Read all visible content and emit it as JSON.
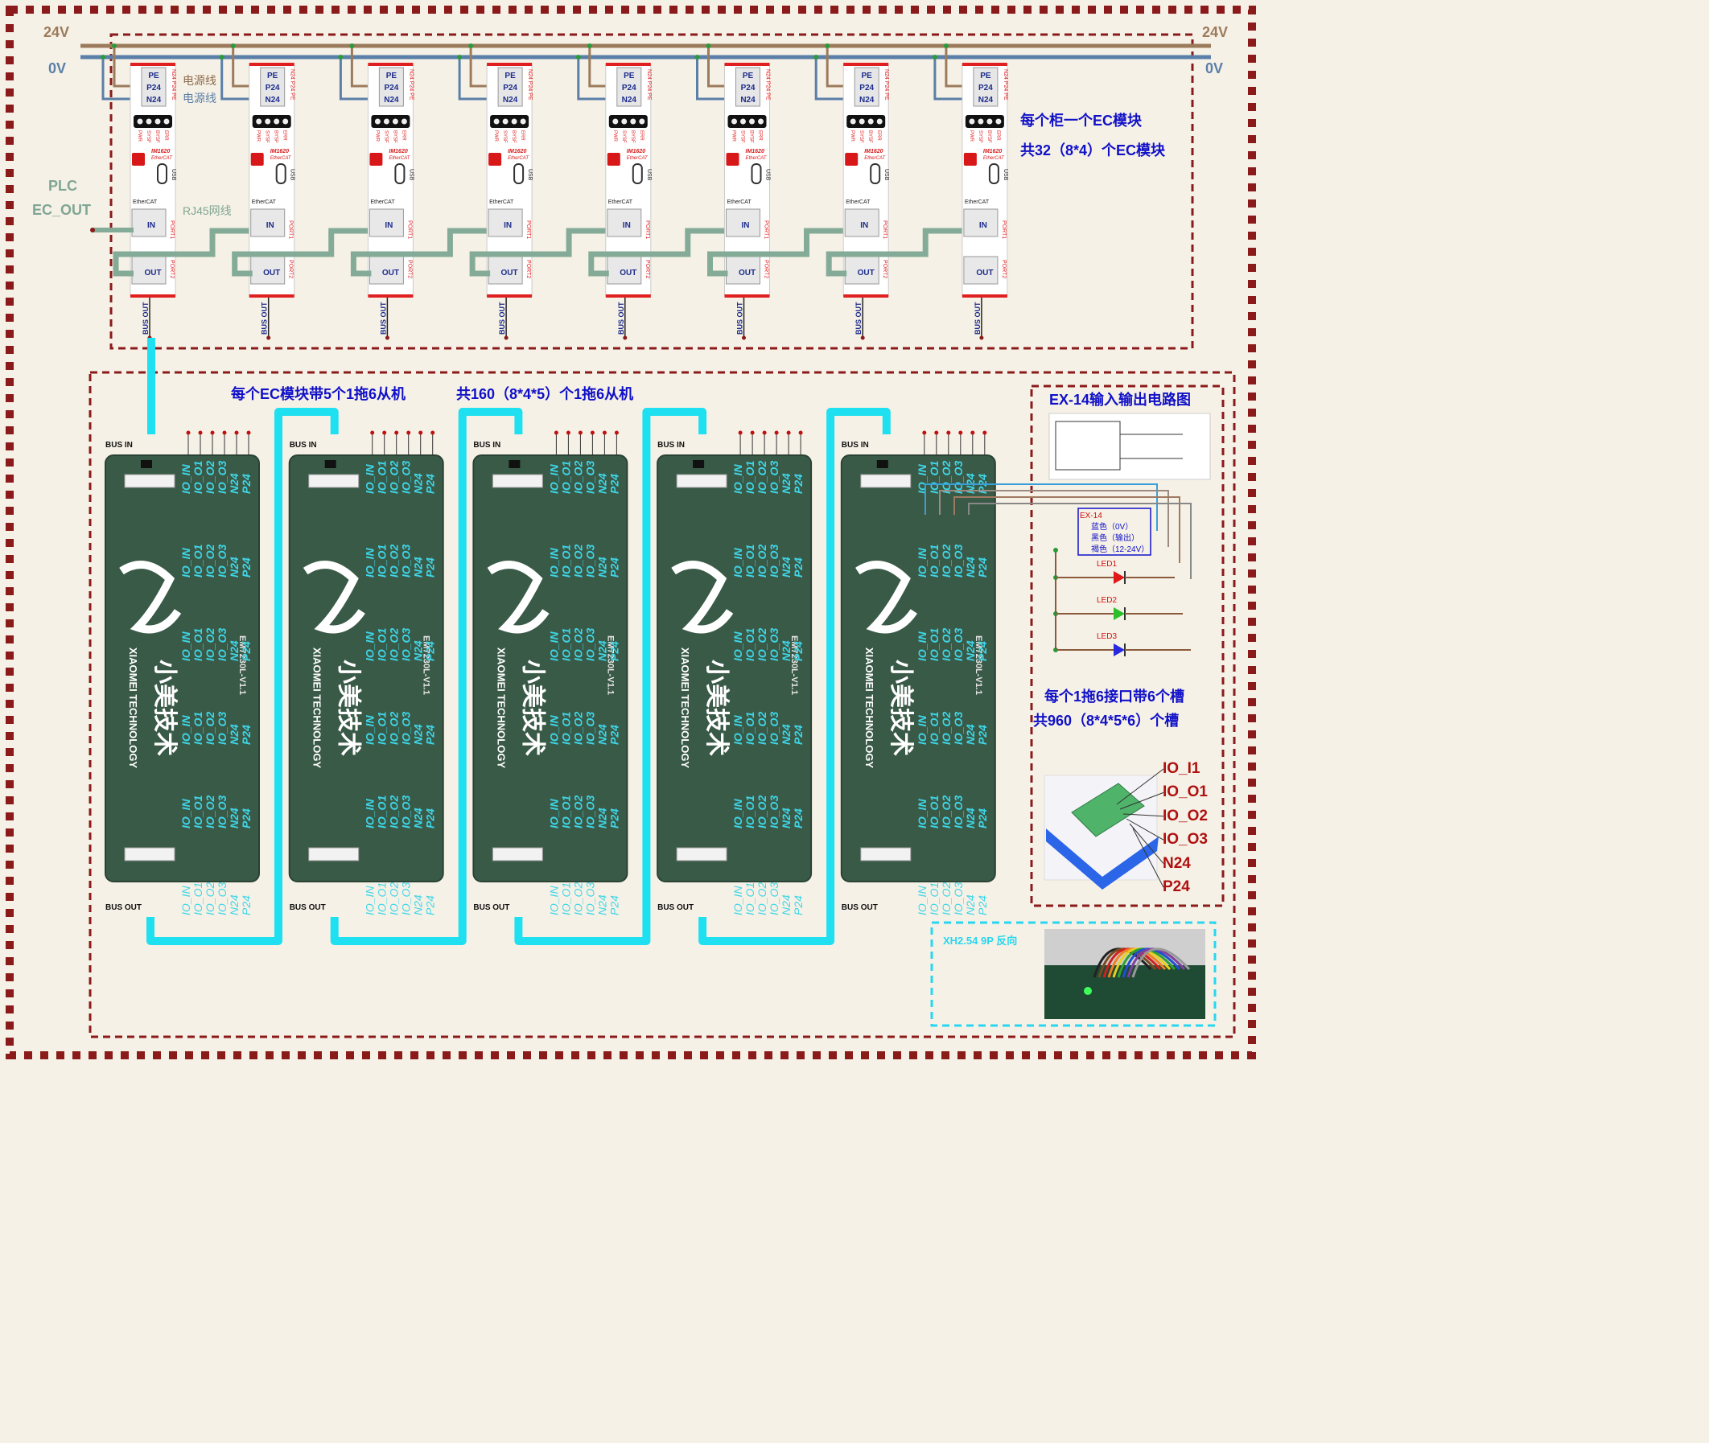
{
  "rails": {
    "v24": "24V",
    "v0": "0V"
  },
  "cabinet_labels": {
    "power_line_1": "电源线",
    "power_line_2": "电源线",
    "rj45": "RJ45网线"
  },
  "plc": {
    "line1": "PLC",
    "line2": "EC_OUT"
  },
  "ec_module": {
    "terminals": [
      "PE",
      "P24",
      "N24"
    ],
    "side_label": "N24 P24 PE",
    "leds": [
      "PWR",
      "SYSF",
      "BYSF",
      "ERR"
    ],
    "model": "IM1620",
    "protocol": "EtherCAT",
    "usb": "USB",
    "brand_text": "EtherCAT",
    "in": "IN",
    "out": "OUT",
    "port1": "PORT1",
    "port2": "PORT2",
    "bus_out": "BUS OUT",
    "count": 8
  },
  "notes": {
    "ec_per_cabinet": "每个柜一个EC模块",
    "ec_total": "共32（8*4）个EC模块",
    "slaves_per_ec": "每个EC模块带5个1拖6从机",
    "slaves_total": "共160（8*4*5）个1拖6从机",
    "slots_per_interface": "每个1拖6接口带6个槽",
    "slots_total": "共960（8*4*5*6）个槽"
  },
  "slave_board": {
    "bus_in": "BUS IN",
    "bus_out": "BUS OUT",
    "pins": [
      "IO_IN",
      "IO_O1",
      "IO_O2",
      "IO_O3",
      "N24",
      "P24"
    ],
    "model": "EM7230L-V1.1",
    "brand_cn": "小美技术",
    "brand_en": "XIAOMEI TECHNOLOGY",
    "count": 5
  },
  "ex14": {
    "title": "EX-14输入输出电路图",
    "sensor": "EX-14",
    "wires": [
      "蓝色（0V）",
      "黑色（输出）",
      "褐色（12-24V）"
    ],
    "leds": [
      "LED1",
      "LED2",
      "LED3"
    ]
  },
  "connector": {
    "pins": [
      "IO_I1",
      "IO_O1",
      "IO_O2",
      "IO_O3",
      "N24",
      "P24"
    ]
  },
  "xh": {
    "label": "XH2.54 9P 反向"
  },
  "colors": {
    "power": "#9c7b5c",
    "zero": "#5a7fa8",
    "rj45": "#84ab97",
    "bus": "#1ee0f0",
    "board": "#3a5a48",
    "frame": "#8b1a1a",
    "label": "#1010c8"
  }
}
